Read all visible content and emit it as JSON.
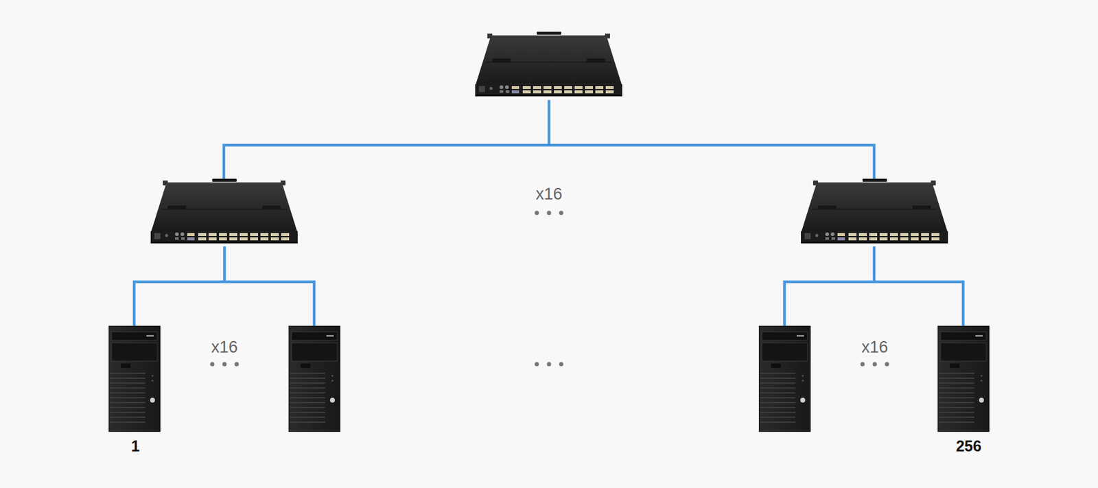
{
  "diagram": {
    "labels": [
      "x16",
      "x16",
      "x16",
      "1",
      "256"
    ]
  }
}
